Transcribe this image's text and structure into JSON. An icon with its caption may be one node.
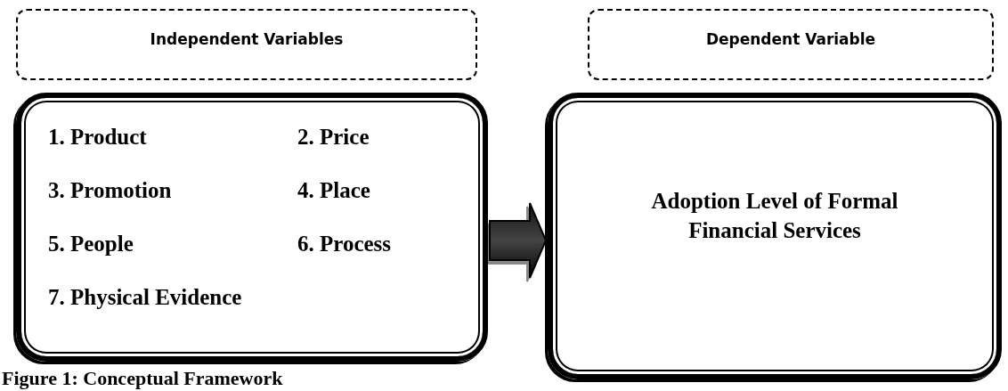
{
  "diagram": {
    "caption": "Figure 1: Conceptual Framework",
    "nodes": [
      {
        "text": [
          "Independent Variables"
        ]
      },
      {
        "text": [
          "Dependent Variable"
        ]
      },
      {
        "text": [
          "1. Product",
          "2. Price",
          "3. Promotion",
          "4. Place",
          "5. People",
          "6. Process",
          "7. Physical Evidence"
        ]
      },
      {
        "text": [
          "Adoption Level of Formal Financial Services"
        ]
      }
    ],
    "edges": [
      {
        "from": 2,
        "to": 3,
        "arrow": "to",
        "style": "thick"
      }
    ]
  }
}
